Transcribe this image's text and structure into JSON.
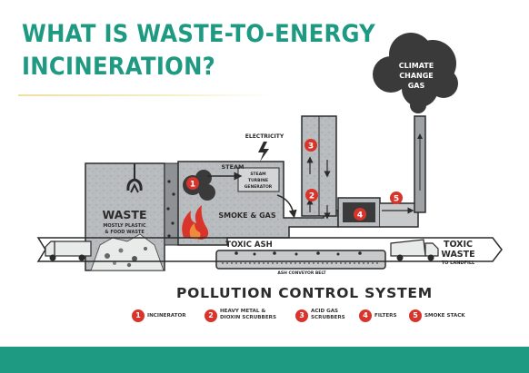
{
  "title": {
    "line1": "WHAT IS WASTE-TO-ENERGY",
    "line2": "INCINERATION?"
  },
  "colors": {
    "title": "#1e9a82",
    "accent_red": "#d9342b",
    "machinery": "#b9bcbe",
    "ink": "#2b2b2b",
    "cloud": "#3a3a3a",
    "band": "#1e9a82"
  },
  "labels": {
    "waste": "WASTE",
    "waste_sub": [
      "MOSTLY PLASTIC",
      "& FOOD WASTE"
    ],
    "electricity": "ELECTRICITY",
    "steam": "STEAM",
    "turbine": [
      "STEAM",
      "TURBINE",
      "GENERATOR"
    ],
    "smoke_gas": "SMOKE & GAS",
    "toxic_ash": "TOXIC ASH",
    "conveyor": "ASH CONVEYOR BELT",
    "climate": [
      "CLIMATE",
      "CHANGE",
      "GAS"
    ],
    "toxic_waste": [
      "TOXIC",
      "WASTE"
    ],
    "to_landfill": "TO LANDFILL"
  },
  "section_title": "POLLUTION CONTROL SYSTEM",
  "legend": [
    {
      "num": "1",
      "lines": [
        "INCINERATOR"
      ]
    },
    {
      "num": "2",
      "lines": [
        "HEAVY METAL &",
        "DIOXIN SCRUBBERS"
      ]
    },
    {
      "num": "3",
      "lines": [
        "ACID GAS",
        "SCRUBBERS"
      ]
    },
    {
      "num": "4",
      "lines": [
        "FILTERS"
      ]
    },
    {
      "num": "5",
      "lines": [
        "SMOKE STACK"
      ]
    }
  ],
  "markers": [
    "1",
    "2",
    "3",
    "4",
    "5"
  ],
  "icons": [
    "grabber-claw-icon",
    "fire-icon",
    "lightning-bolt-icon",
    "garbage-truck-icon",
    "dump-truck-icon",
    "arrow-icon"
  ]
}
